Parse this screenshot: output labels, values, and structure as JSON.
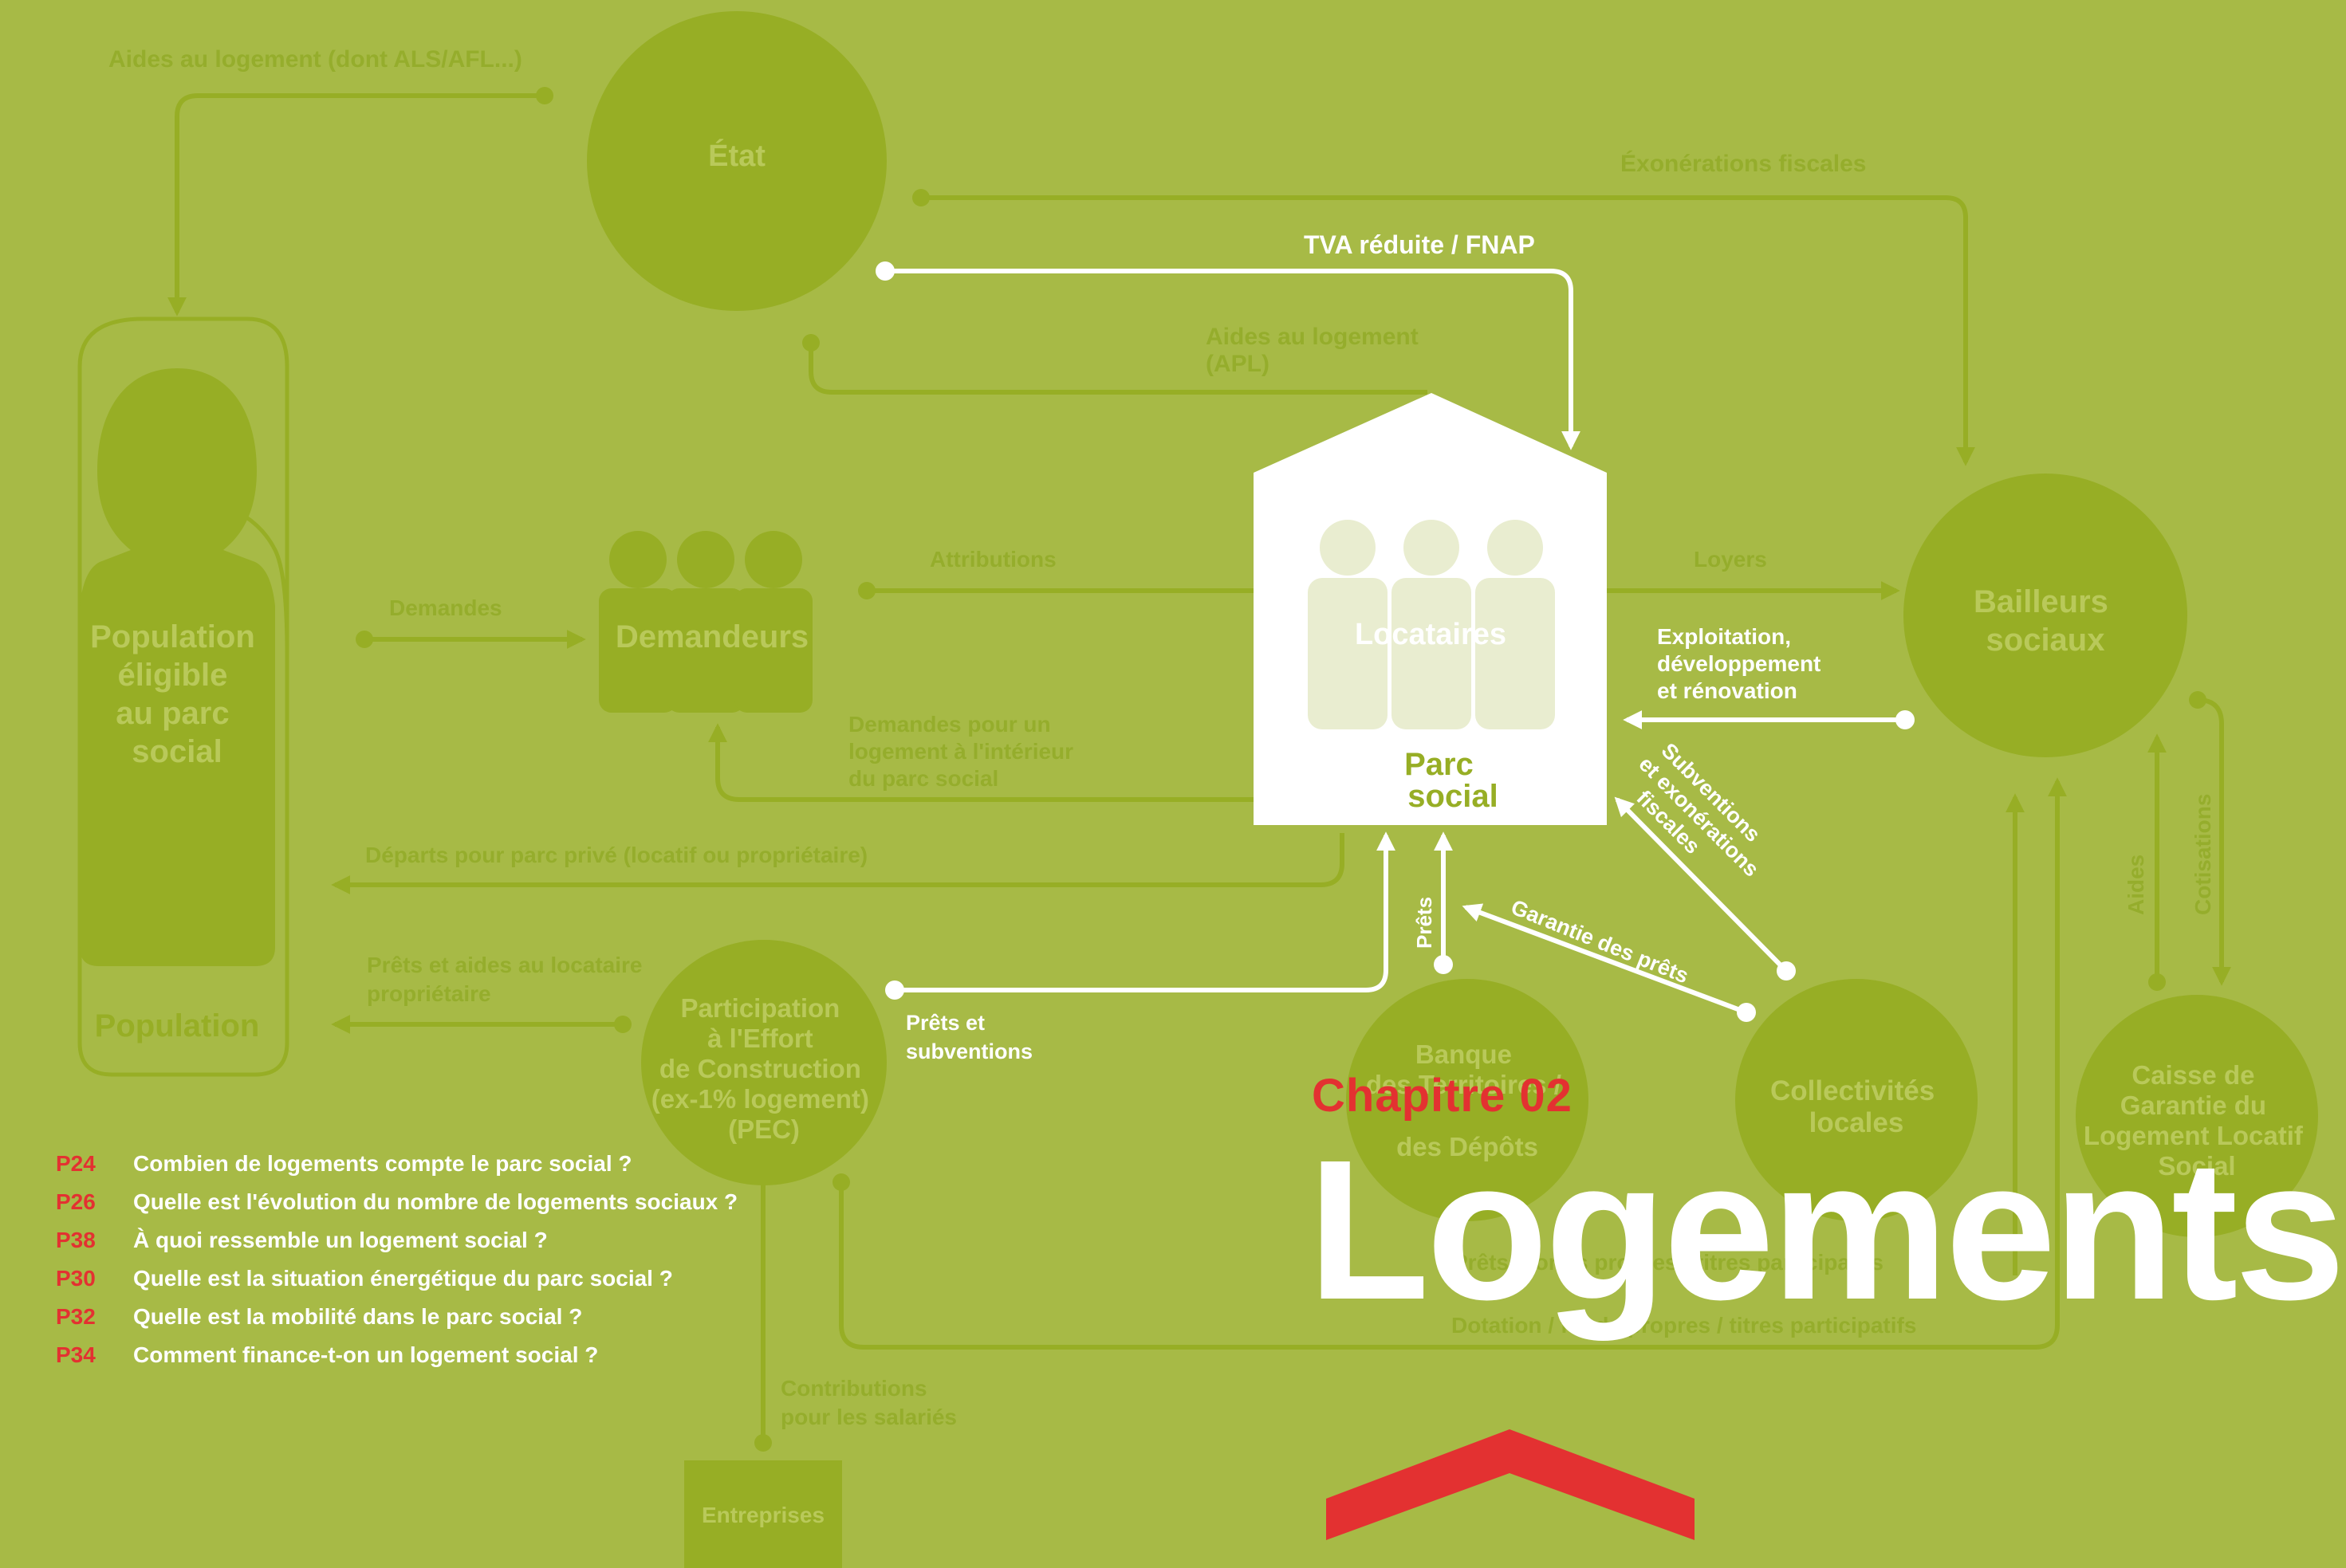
{
  "nodes": {
    "etat": "État",
    "population_eligible": [
      "Population",
      "éligible",
      "au parc",
      "social"
    ],
    "population": "Population",
    "demandeurs": "Demandeurs",
    "locataires": "Locataires",
    "parc_social": [
      "Parc",
      "social"
    ],
    "bailleurs": [
      "Bailleurs",
      "sociaux"
    ],
    "pec": [
      "Participation",
      "à l'Effort",
      "de Construction",
      "(ex-1% logement)",
      "(PEC)"
    ],
    "banque": [
      "Banque",
      "des Territoires /",
      "des Dépôts"
    ],
    "collectivites": [
      "Collectivités",
      "locales"
    ],
    "caisse": [
      "Caisse de",
      "Garantie du",
      "Logement Locatif",
      "Social"
    ],
    "entreprises": "Entreprises"
  },
  "flows": {
    "aides_logement_als": "Aides au logement (dont ALS/AFL...)",
    "exonerations": "Éxonérations fiscales",
    "tva": "TVA réduite / FNAP",
    "apl": [
      "Aides au logement",
      "(APL)"
    ],
    "demandes": "Demandes",
    "attributions": "Attributions",
    "loyers": "Loyers",
    "exploitation": [
      "Exploitation,",
      "développement",
      "et rénovation"
    ],
    "demandes_interieur": [
      "Demandes pour un",
      "logement à l'intérieur",
      "du parc social"
    ],
    "departs": "Départs pour parc privé (locatif ou propriétaire)",
    "prets_aides": [
      "Prêts et aides au locataire",
      "propriétaire"
    ],
    "prets_subventions": [
      "Prêts et",
      "subventions"
    ],
    "prets": "Prêts",
    "garantie": "Garantie des prêts",
    "subventions": [
      "Subventions",
      "et exonérations",
      "fiscales"
    ],
    "aides": "Aides",
    "cotisations": "Cotisations",
    "prets_bottom": "Prêts / fonds propres / titres participatifs",
    "dotation": "Dotation / fonds propres / titres participatifs",
    "contributions": [
      "Contributions",
      "pour les salariés"
    ]
  },
  "toc": [
    {
      "page": "P24",
      "question": "Combien de logements compte le parc social ?"
    },
    {
      "page": "P26",
      "question": "Quelle est l'évolution du nombre de logements sociaux ?"
    },
    {
      "page": "P38",
      "question": "À quoi ressemble un logement social ?"
    },
    {
      "page": "P30",
      "question": "Quelle est la situation énergétique du parc social ?"
    },
    {
      "page": "P32",
      "question": "Quelle est la mobilité dans le parc social ?"
    },
    {
      "page": "P34",
      "question": "Comment finance-t-on un logement social ?"
    }
  ],
  "chapter": "Chapitre 02",
  "headline": "Logements",
  "colors": {
    "background": "#A7BA46",
    "node": "#97AE25",
    "faint_text": "#95AD2C",
    "accent_red": "#E33131",
    "white": "#FFFFFF",
    "locataires": "#E9EDD0"
  }
}
